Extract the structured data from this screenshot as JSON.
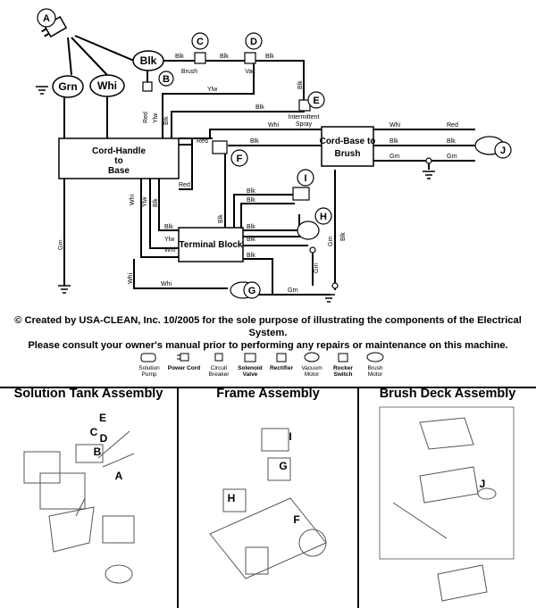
{
  "wiring": {
    "components": {
      "A": "A",
      "B": "B",
      "C": "C",
      "D": "D",
      "E": "E",
      "F": "F",
      "G": "G",
      "H": "H",
      "I": "I",
      "J": "J"
    },
    "ovals": {
      "blk": "Blk",
      "grn": "Grn",
      "whi": "Whi"
    },
    "boxes": {
      "cord_handle": [
        "Cord-Handle",
        "to",
        "Base"
      ],
      "cord_base": [
        "Cord-Base to",
        "Brush"
      ],
      "terminal": "Terminal Block"
    },
    "component_labels": {
      "brush": "Brush",
      "vac": "Vac",
      "spray": [
        "Intermittent",
        "Spray"
      ]
    },
    "wire_colors": {
      "blk": "Blk",
      "whi": "Whi",
      "grn": "Grn",
      "red": "Red",
      "ylw": "Ylw"
    }
  },
  "copyright": [
    "© Created by USA-CLEAN, Inc. 10/2005 for the sole purpose of illustrating the components of the Electrical System.",
    "Please consult your owner's manual prior to performing any repairs or maintenance on this machine."
  ],
  "legend": [
    {
      "label": [
        "Solution",
        "Pump"
      ],
      "icon": "pump-icon"
    },
    {
      "label": [
        "Power Cord"
      ],
      "icon": "power-cord-icon"
    },
    {
      "label": [
        "Circuit",
        "Breaker"
      ],
      "icon": "breaker-icon"
    },
    {
      "label": [
        "Solenoid",
        "Valve"
      ],
      "icon": "solenoid-icon"
    },
    {
      "label": [
        "Rectifier"
      ],
      "icon": "rectifier-icon"
    },
    {
      "label": [
        "Vacuum",
        "Motor"
      ],
      "icon": "vacuum-icon"
    },
    {
      "label": [
        "Rocker",
        "Switch"
      ],
      "icon": "rocker-icon"
    },
    {
      "label": [
        "Brush",
        "Motor"
      ],
      "icon": "brush-motor-icon"
    }
  ],
  "panels": {
    "solution": {
      "title": "Solution Tank Assembly",
      "callouts": [
        "E",
        "C",
        "D",
        "B",
        "A"
      ]
    },
    "frame": {
      "title": "Frame Assembly",
      "callouts": [
        "I",
        "G",
        "H",
        "F"
      ]
    },
    "brush": {
      "title": "Brush Deck Assembly",
      "callouts": [
        "J"
      ]
    }
  }
}
